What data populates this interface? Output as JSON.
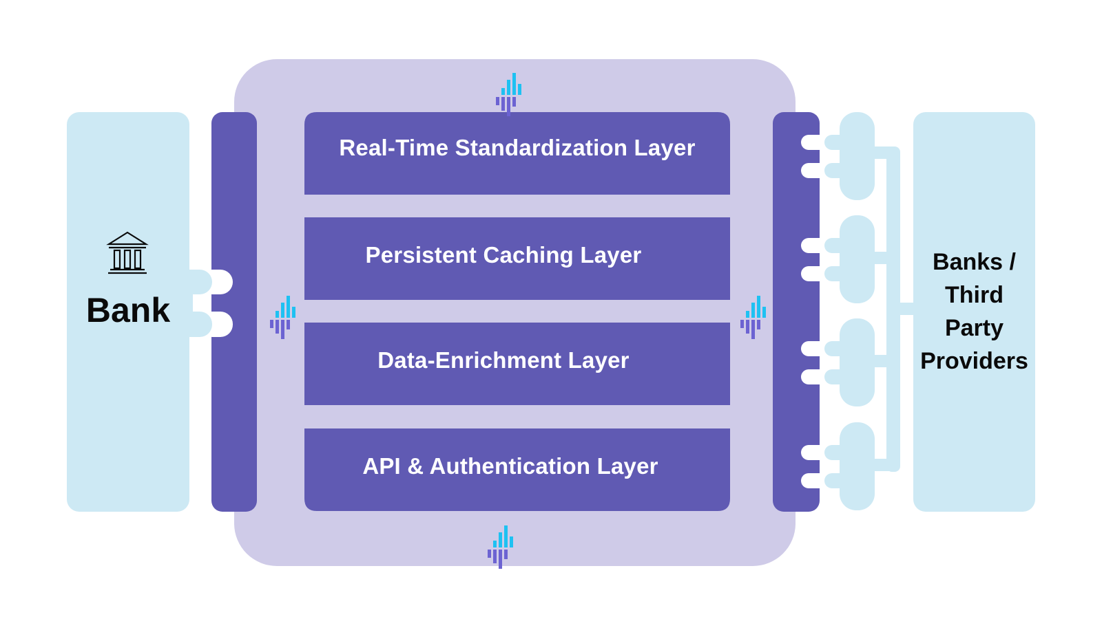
{
  "diagram": {
    "type": "architecture",
    "colors": {
      "light_blue": "#cde9f4",
      "purple": "#605ab3",
      "lavender": "#cfcbe8",
      "logo_cyan": "#1ec1f2",
      "logo_purple": "#6c63d2",
      "text_dark": "#0a0a0a",
      "text_light": "#ffffff"
    },
    "left_node": {
      "label": "Bank",
      "icon": "bank-building-icon"
    },
    "platform": {
      "logo_icon": "signal-bars-logo-icon",
      "layers": [
        {
          "label": "Real-Time Standardization Layer"
        },
        {
          "label": "Persistent Caching Layer"
        },
        {
          "label": "Data-Enrichment Layer"
        },
        {
          "label": "API & Authentication Layer"
        }
      ]
    },
    "right_node": {
      "label_lines": [
        "Banks /",
        "Third",
        "Party",
        "Providers"
      ],
      "connector_count": 4
    }
  }
}
